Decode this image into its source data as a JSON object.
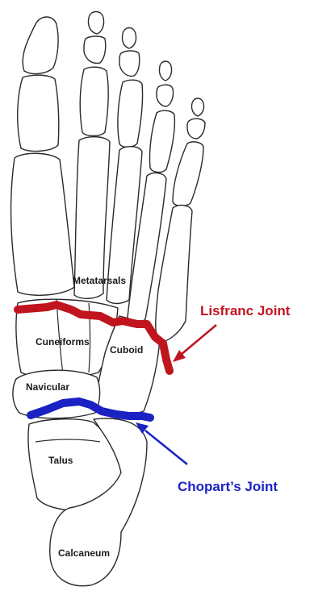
{
  "labels": {
    "metatarsals": "Metatarsals",
    "cuneiforms": "Cuneiforms",
    "cuboid": "Cuboid",
    "navicular": "Navicular",
    "talus": "Talus",
    "calcaneum": "Calcaneum"
  },
  "joints": {
    "lisfranc": {
      "label": "Lisfranc Joint",
      "color": "#c0151f"
    },
    "chopart": {
      "label": "Chopart’s Joint",
      "color": "#1b22c4"
    }
  }
}
